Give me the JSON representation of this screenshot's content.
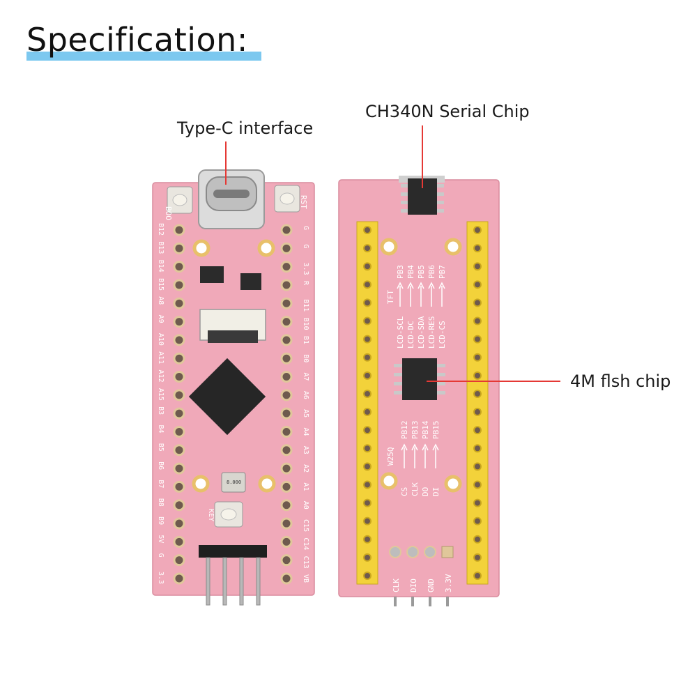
{
  "heading": {
    "title": "Specification:"
  },
  "callouts": {
    "type_c": "Type-C interface",
    "ch340": "CH340N Serial Chip",
    "flash": "4M flsh chip"
  },
  "front_board": {
    "left_pins": [
      "B12",
      "B13",
      "B14",
      "B15",
      "A8",
      "A9",
      "A10",
      "A11",
      "A12",
      "A15",
      "B3",
      "B4",
      "B5",
      "B6",
      "B7",
      "B8",
      "B9",
      "5V",
      "G",
      "3.3"
    ],
    "right_pins": [
      "G",
      "G",
      "3.3",
      "R",
      "B11",
      "B10",
      "B1",
      "B0",
      "A7",
      "A6",
      "A5",
      "A4",
      "A3",
      "A2",
      "A1",
      "A0",
      "C15",
      "C14",
      "C13",
      "VB"
    ],
    "boot_label": "BOO",
    "reset_label": "RST",
    "key_label": "KEY",
    "crystal_label": "8.000"
  },
  "back_board": {
    "tft_label": "TFT",
    "tft_pins": [
      "PB3",
      "PB4",
      "PB5",
      "PB6",
      "PB7"
    ],
    "tft_signals": [
      "LCD-SCL",
      "LCD-DC",
      "LCD-SDA",
      "LCD-RES",
      "LCD-CS"
    ],
    "flash_label": "W25Q",
    "flash_pins": [
      "PB12",
      "PB13",
      "PB14",
      "PB15"
    ],
    "flash_signals": [
      "CS",
      "CLK",
      "DO",
      "DI"
    ],
    "header_labels": [
      "CLK",
      "DIO",
      "GND",
      "3.3V"
    ]
  },
  "colors": {
    "pcb": "#f0a9b9",
    "header": "#f3d23a",
    "callout_line": "#e53935",
    "title_underline": "#7cc8ef"
  }
}
